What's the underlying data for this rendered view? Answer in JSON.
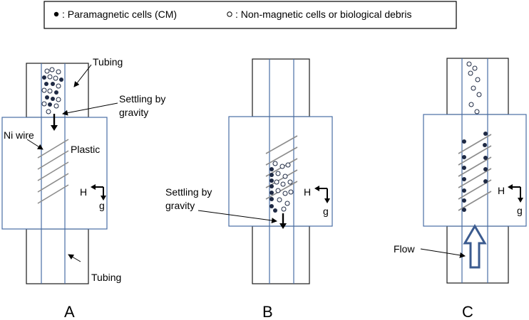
{
  "legend": {
    "paramagnetic": "Paramagnetic cells (CM)",
    "paramagnetic_prefix": ": ",
    "nonmagnetic": "Non-magnetic cells or biological debris",
    "nonmagnetic_prefix": ": "
  },
  "panel_a": {
    "label": "A",
    "tubing_top": "Tubing",
    "tubing_bottom": "Tubing",
    "settling_line1": "Settling by",
    "settling_line2": "gravity",
    "ni_wire": "Ni wire",
    "plastic": "Plastic",
    "h": "H",
    "g": "g"
  },
  "panel_b": {
    "label": "B",
    "settling_line1": "Settling by",
    "settling_line2": "gravity",
    "h": "H",
    "g": "g"
  },
  "panel_c": {
    "label": "C",
    "flow": "Flow",
    "h": "H",
    "g": "g"
  },
  "colors": {
    "outline": "#1a1a1a",
    "block": "#4a6fa5",
    "wire": "#8c8c8c",
    "dot": "#1f2a44",
    "flow_arrow": "#3b5b8f"
  }
}
